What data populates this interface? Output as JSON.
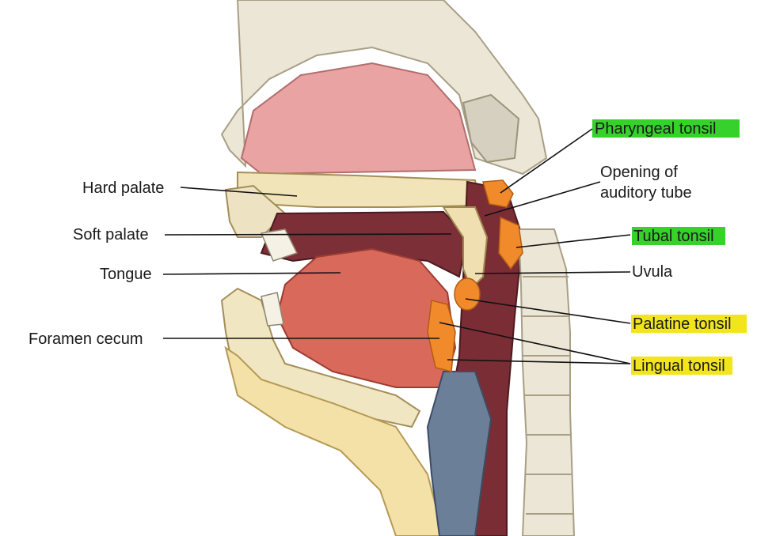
{
  "labels": {
    "hard_palate": "Hard palate",
    "soft_palate": "Soft palate",
    "tongue": "Tongue",
    "foramen_cecum": "Foramen cecum",
    "pharyngeal_tonsil": "Pharyngeal tonsil",
    "opening_line1": "Opening of",
    "opening_line2": "auditory tube",
    "tubal_tonsil": "Tubal tonsil",
    "uvula": "Uvula",
    "palatine_tonsil": "Palatine tonsil",
    "lingual_tonsil": "Lingual tonsil"
  },
  "colors": {
    "highlight_green": "#36d12a",
    "highlight_yellow": "#f2e51c",
    "tonsil_orange": "#f08a2a",
    "nasal_cavity": "#e79a9a",
    "tongue": "#d8685a",
    "pharynx": "#7a2d35",
    "bone": "#ebe3c6"
  }
}
